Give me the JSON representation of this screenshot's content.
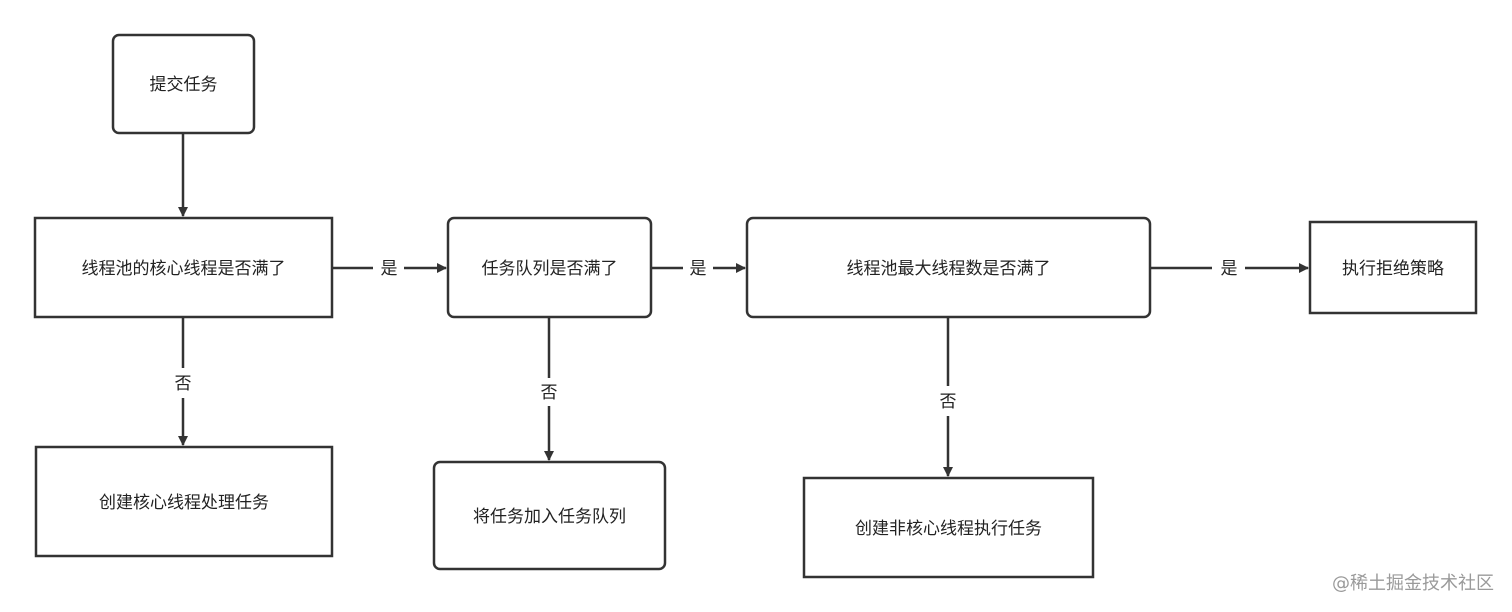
{
  "colors": {
    "stroke": "#333333",
    "fill": "#ffffff",
    "text": "#222222",
    "watermark": "#9a9a9a"
  },
  "nodes": {
    "submit": "提交任务",
    "core_full": "线程池的核心线程是否满了",
    "create_core": "创建核心线程处理任务",
    "queue_full": "任务队列是否满了",
    "enqueue": "将任务加入任务队列",
    "max_full": "线程池最大线程数是否满了",
    "create_noncore": "创建非核心线程执行任务",
    "reject": "执行拒绝策略"
  },
  "edge_labels": {
    "yes": "是",
    "no": "否"
  },
  "watermark": "@稀土掘金技术社区"
}
